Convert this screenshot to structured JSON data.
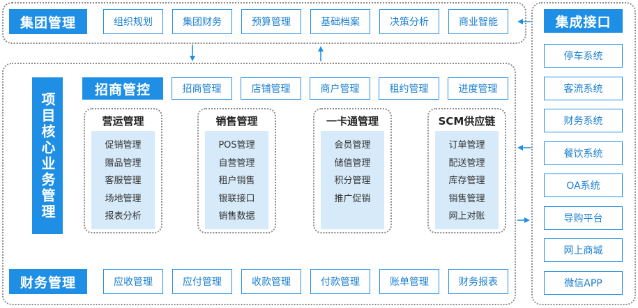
{
  "group": {
    "title": "集团管理",
    "items": [
      "组织规划",
      "集团财务",
      "预算管理",
      "基础档案",
      "决策分析",
      "商业智能"
    ]
  },
  "core": {
    "title": "项目核心业务管理",
    "merchant": {
      "title": "招商管控",
      "items": [
        "招商管理",
        "店铺管理",
        "商户管理",
        "租约管理",
        "进度管理"
      ]
    },
    "modules": [
      {
        "title": "营运管理",
        "items": [
          "促销管理",
          "赠品管理",
          "客服管理",
          "场地管理",
          "报表分析"
        ]
      },
      {
        "title": "销售管理",
        "items": [
          "POS管理",
          "自营管理",
          "租户销售",
          "银联接口",
          "销售数据"
        ]
      },
      {
        "title": "一卡通管理",
        "items": [
          "会员管理",
          "储值管理",
          "积分管理",
          "推广促销"
        ]
      },
      {
        "title": "SCM供应链",
        "items": [
          "订单管理",
          "配送管理",
          "库存管理",
          "销售管理",
          "网上对账"
        ]
      }
    ],
    "finance": {
      "title": "财务管理",
      "items": [
        "应收管理",
        "应付管理",
        "收款管理",
        "付款管理",
        "账单管理",
        "财务报表"
      ]
    }
  },
  "integration": {
    "title": "集成接口",
    "items": [
      "停车系统",
      "客流系统",
      "财务系统",
      "餐饮系统",
      "OA系统",
      "导购平台",
      "网上商城",
      "微信APP"
    ]
  },
  "colors": {
    "accent": "#1f8fe5",
    "panel": "#d6eaf9",
    "border": "#8a8a8a"
  }
}
